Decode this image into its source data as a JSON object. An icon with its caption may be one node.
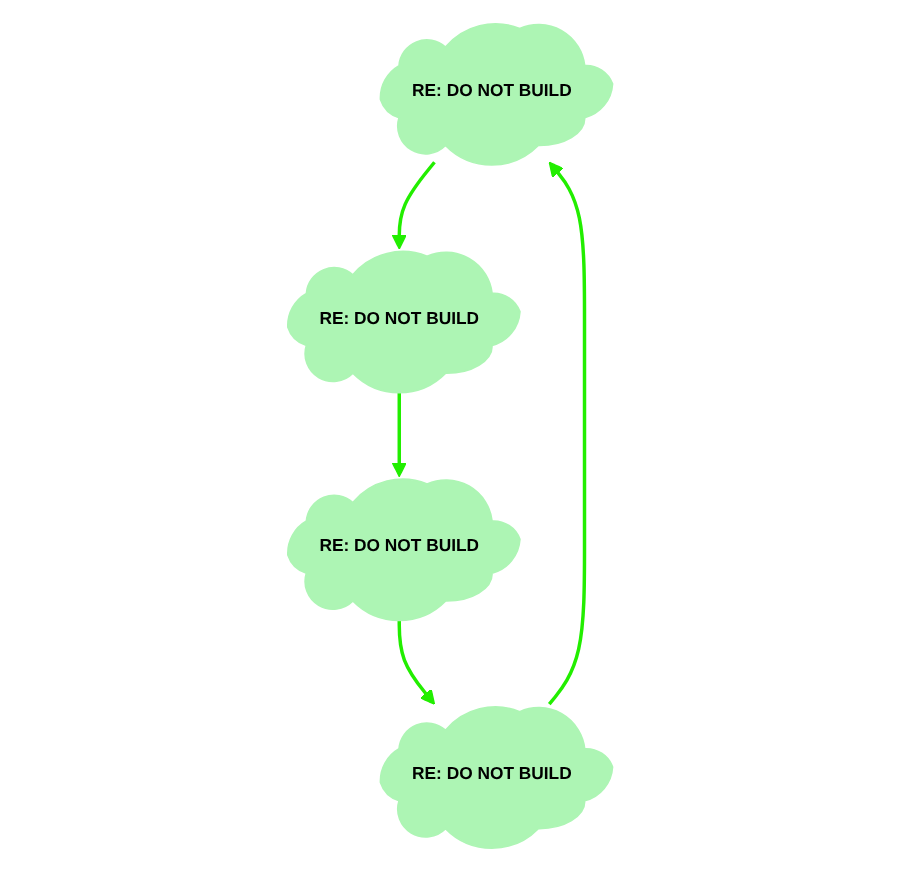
{
  "diagram": {
    "nodes": [
      {
        "text": [
          "RE: DO NOT BUILD"
        ]
      },
      {
        "text": [
          "RE: DO NOT BUILD"
        ]
      },
      {
        "text": [
          "RE: DO NOT BUILD"
        ]
      },
      {
        "text": [
          "RE: DO NOT BUILD"
        ]
      }
    ],
    "edges": [
      {
        "from": 0,
        "to": 2,
        "arrow": "to"
      },
      {
        "from": 2,
        "to": 3,
        "arrow": "to"
      },
      {
        "from": 3,
        "to": 1,
        "arrow": "to"
      },
      {
        "from": 1,
        "to": 0,
        "arrow": "to"
      }
    ]
  }
}
